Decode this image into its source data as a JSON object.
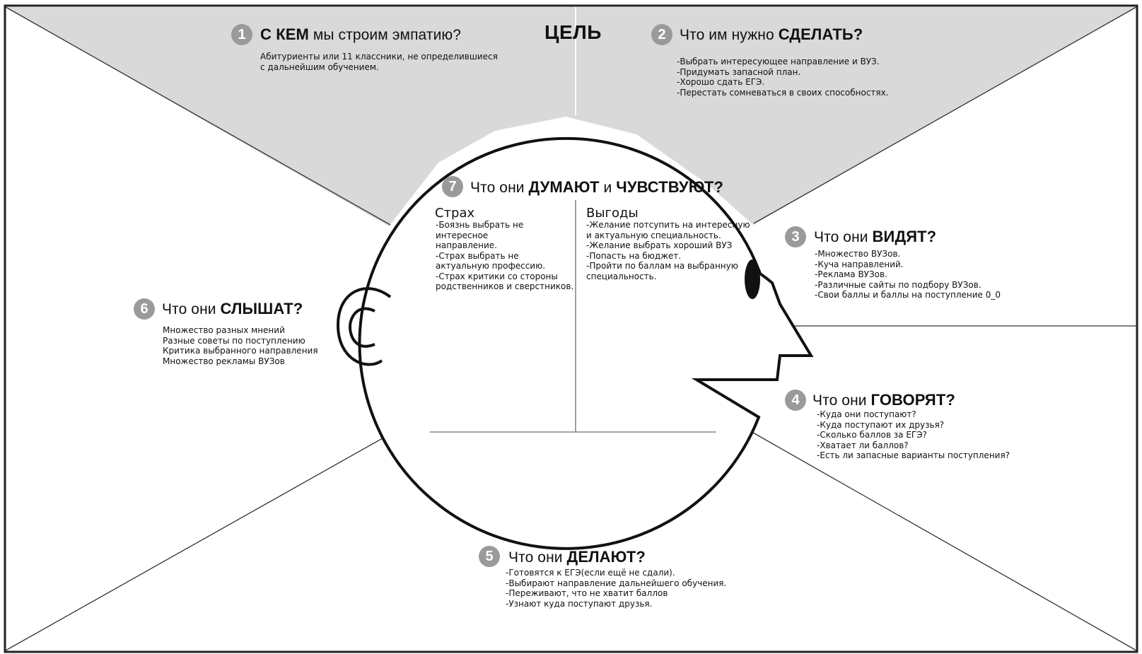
{
  "goal_title": "ЦЕЛЬ",
  "sections": {
    "who": {
      "number": "1",
      "title_prefix": "С КЕМ",
      "title_suffix": " мы строим эмпатию?",
      "lines": [
        "Абитуриенты или 11 классники, не определившиеся",
        "с дальнейшим обучением."
      ]
    },
    "do_need": {
      "number": "2",
      "title_prefix": "Что им нужно ",
      "title_emph": "СДЕЛАТЬ?",
      "lines": [
        "-Выбрать интересующее направление и ВУЗ.",
        "-Придумать запасной план.",
        "-Хорошо сдать ЕГЭ.",
        "-Перестать сомневаться в своих способностях."
      ]
    },
    "see": {
      "number": "3",
      "title_prefix": "Что они ",
      "title_emph": "ВИДЯТ?",
      "lines": [
        "-Множество ВУЗов.",
        "-Куча направлений.",
        "-Реклама ВУЗов.",
        "-Различные сайты по подбору ВУЗов.",
        "-Свои баллы и баллы на поступление 0_0"
      ]
    },
    "say": {
      "number": "4",
      "title_prefix": "Что они ",
      "title_emph": "ГОВОРЯТ?",
      "lines": [
        "-Куда они поступают?",
        "-Куда поступают их друзья?",
        "-Сколько баллов за ЕГЭ?",
        "-Хватает ли баллов?",
        "-Есть ли запасные варианты поступления?"
      ]
    },
    "do": {
      "number": "5",
      "title_prefix": "Что они ",
      "title_emph": "ДЕЛАЮТ?",
      "lines": [
        "-Готовятся к ЕГЭ(если ещё не сдали).",
        "-Выбирают направление дальнейшего обучения.",
        "-Переживают, что не хватит баллов",
        "-Узнают куда поступают друзья."
      ]
    },
    "hear": {
      "number": "6",
      "title_prefix": "Что они ",
      "title_emph": "СЛЫШАТ?",
      "lines": [
        "Множество разных мнений",
        "Разные советы по поступлению",
        "Критика выбранного направления",
        "Множество рекламы ВУЗов"
      ]
    },
    "think": {
      "number": "7",
      "title_prefix": "Что они ",
      "title_emph": "ДУМАЮТ",
      "title_mid": " и ",
      "title_emph2": "ЧУВСТВУЮТ?",
      "pains": {
        "heading": "Страх",
        "lines": [
          "-Боязнь выбрать не",
          "интересное",
          "направление.",
          "-Страх выбрать не",
          "актуальную профессию.",
          "-Страх критики со стороны",
          "родственников и сверстников."
        ]
      },
      "gains": {
        "heading": "Выгоды",
        "lines": [
          "-Желание потсупить на интересную",
          "и актуальную специальность.",
          "-Желание выбрать хороший ВУЗ",
          "-Попасть на бюджет.",
          "-Пройти по баллам на выбранную",
          "специальность."
        ]
      }
    }
  }
}
